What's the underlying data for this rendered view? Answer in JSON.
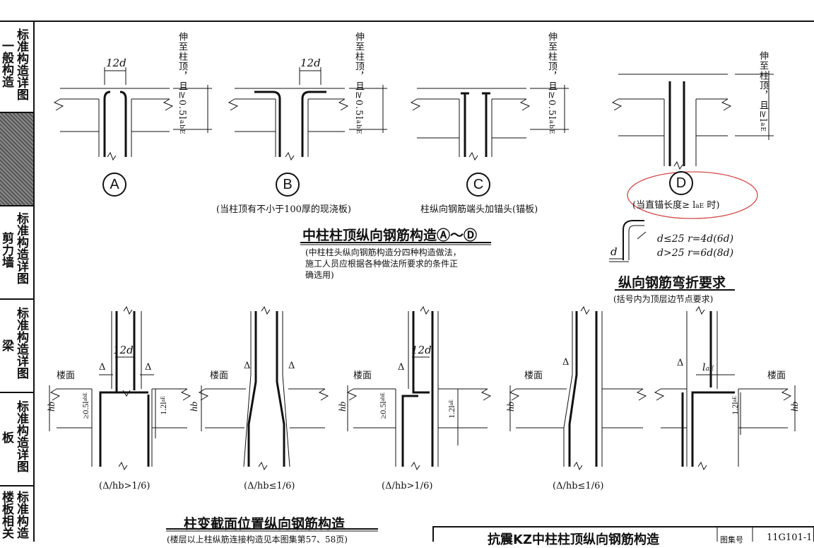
{
  "sidebar": {
    "tabs": [
      {
        "col1": "一般构造",
        "col2": "标准构造详图"
      },
      {
        "col1": "",
        "col2": "",
        "highlighted": true
      },
      {
        "col1": "剪力墙",
        "col2": "标准构造详图"
      },
      {
        "col1": "梁",
        "col2": "标准构造详图"
      },
      {
        "col1": "板",
        "col2": "标准构造详图"
      },
      {
        "col1": "楼板相关",
        "col2": "标准构造"
      }
    ]
  },
  "top_details": {
    "dim_12d": "12d",
    "ext_label_05": "伸至柱顶，且≥0.5l",
    "ext_label_05_sub": "abE",
    "ext_label_d": "伸至柱顶，且≥l",
    "ext_label_d_sub": "aE",
    "labels": [
      "A",
      "B",
      "C",
      "D"
    ],
    "caption_b": "(当柱顶有不小于100厚的现浇板)",
    "caption_c": "柱纵向钢筋端头加锚头(锚板)",
    "caption_d": "(当直锚长度≥ l",
    "caption_d_sub": "aE",
    "caption_d_end": " 时)",
    "main_title": "中柱柱顶纵向钢筋构造Ⓐ～Ⓓ",
    "main_note": [
      "(中柱柱头纵向钢筋构造分四种构造做法，",
      "施工人员应根据各种做法所要求的条件正",
      "确选用)"
    ]
  },
  "bend": {
    "title": "纵向钢筋弯折要求",
    "note": "(括号内为顶层边节点要求)",
    "d_label": "d",
    "line1": "d≤25   r=4d(6d)",
    "line2": "d>25   r=6d(8d)"
  },
  "bottom_details": {
    "floor": "楼面",
    "delta": "Δ",
    "dim_12d": "12d",
    "hb": "hb",
    "v05": "≥0.5l",
    "v05_sub": "abE",
    "v12": "1.2l",
    "v12_sub": "aE",
    "lae": "l",
    "lae_sub": "aE",
    "captions": [
      "(Δ/hb>1/6)",
      "(Δ/hb≤1/6)",
      "(Δ/hb>1/6)",
      "(Δ/hb≤1/6)"
    ],
    "main_title": "柱变截面位置纵向钢筋构造",
    "main_note": "(楼层以上柱纵筋连接构造见本图集第57、58页)"
  },
  "title_block": {
    "title": "抗震KZ中柱柱顶纵向钢筋构造",
    "atlas_label": "图集号",
    "atlas_no": "11G101-1"
  }
}
